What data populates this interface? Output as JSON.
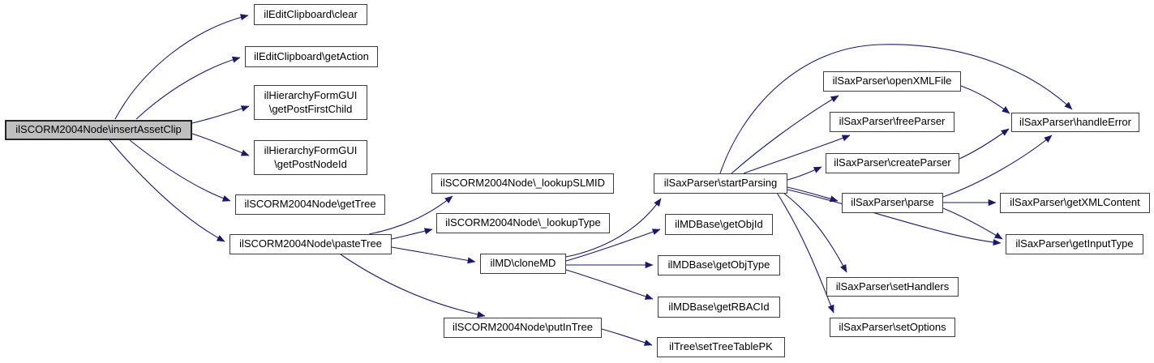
{
  "diagram": {
    "type": "call-graph",
    "colors": {
      "edge": "#191970",
      "node_fill": "#ffffff",
      "node_border": "#3d3d3d",
      "highlight_fill": "#bfbfbf"
    },
    "nodes": [
      {
        "id": "insertAssetClip",
        "label": "ilSCORM2004Node\\insertAssetClip",
        "highlighted": true
      },
      {
        "id": "clear",
        "label": "ilEditClipboard\\clear"
      },
      {
        "id": "getAction",
        "label": "ilEditClipboard\\getAction"
      },
      {
        "id": "getPostFirstChild",
        "label": "ilHierarchyFormGUI\n\\getPostFirstChild"
      },
      {
        "id": "getPostNodeId",
        "label": "ilHierarchyFormGUI\n\\getPostNodeId"
      },
      {
        "id": "getTree",
        "label": "ilSCORM2004Node\\getTree"
      },
      {
        "id": "pasteTree",
        "label": "ilSCORM2004Node\\pasteTree"
      },
      {
        "id": "lookupSLMID",
        "label": "ilSCORM2004Node\\_lookupSLMID"
      },
      {
        "id": "lookupType",
        "label": "ilSCORM2004Node\\_lookupType"
      },
      {
        "id": "cloneMD",
        "label": "ilMD\\cloneMD"
      },
      {
        "id": "putInTree",
        "label": "ilSCORM2004Node\\putInTree"
      },
      {
        "id": "setTreeTablePK",
        "label": "ilTree\\setTreeTablePK"
      },
      {
        "id": "getObjId",
        "label": "ilMDBase\\getObjId"
      },
      {
        "id": "getObjType",
        "label": "ilMDBase\\getObjType"
      },
      {
        "id": "getRBACId",
        "label": "ilMDBase\\getRBACId"
      },
      {
        "id": "startParsing",
        "label": "ilSaxParser\\startParsing"
      },
      {
        "id": "openXMLFile",
        "label": "ilSaxParser\\openXMLFile"
      },
      {
        "id": "freeParser",
        "label": "ilSaxParser\\freeParser"
      },
      {
        "id": "createParser",
        "label": "ilSaxParser\\createParser"
      },
      {
        "id": "parse",
        "label": "ilSaxParser\\parse"
      },
      {
        "id": "setHandlers",
        "label": "ilSaxParser\\setHandlers"
      },
      {
        "id": "setOptions",
        "label": "ilSaxParser\\setOptions"
      },
      {
        "id": "handleError",
        "label": "ilSaxParser\\handleError"
      },
      {
        "id": "getXMLContent",
        "label": "ilSaxParser\\getXMLContent"
      },
      {
        "id": "getInputType",
        "label": "ilSaxParser\\getInputType"
      }
    ],
    "edges": [
      {
        "from": "insertAssetClip",
        "to": "clear"
      },
      {
        "from": "insertAssetClip",
        "to": "getAction"
      },
      {
        "from": "insertAssetClip",
        "to": "getPostFirstChild"
      },
      {
        "from": "insertAssetClip",
        "to": "getPostNodeId"
      },
      {
        "from": "insertAssetClip",
        "to": "getTree"
      },
      {
        "from": "insertAssetClip",
        "to": "pasteTree"
      },
      {
        "from": "pasteTree",
        "to": "lookupSLMID"
      },
      {
        "from": "pasteTree",
        "to": "lookupType"
      },
      {
        "from": "pasteTree",
        "to": "cloneMD"
      },
      {
        "from": "pasteTree",
        "to": "putInTree"
      },
      {
        "from": "putInTree",
        "to": "setTreeTablePK"
      },
      {
        "from": "cloneMD",
        "to": "startParsing"
      },
      {
        "from": "cloneMD",
        "to": "getObjId"
      },
      {
        "from": "cloneMD",
        "to": "getObjType"
      },
      {
        "from": "cloneMD",
        "to": "getRBACId"
      },
      {
        "from": "startParsing",
        "to": "handleError"
      },
      {
        "from": "startParsing",
        "to": "openXMLFile"
      },
      {
        "from": "startParsing",
        "to": "freeParser"
      },
      {
        "from": "startParsing",
        "to": "createParser"
      },
      {
        "from": "startParsing",
        "to": "parse"
      },
      {
        "from": "startParsing",
        "to": "setHandlers"
      },
      {
        "from": "startParsing",
        "to": "setOptions"
      },
      {
        "from": "startParsing",
        "to": "getInputType"
      },
      {
        "from": "parse",
        "to": "handleError"
      },
      {
        "from": "parse",
        "to": "getXMLContent"
      },
      {
        "from": "parse",
        "to": "getInputType"
      },
      {
        "from": "openXMLFile",
        "to": "handleError"
      },
      {
        "from": "createParser",
        "to": "handleError"
      }
    ]
  }
}
